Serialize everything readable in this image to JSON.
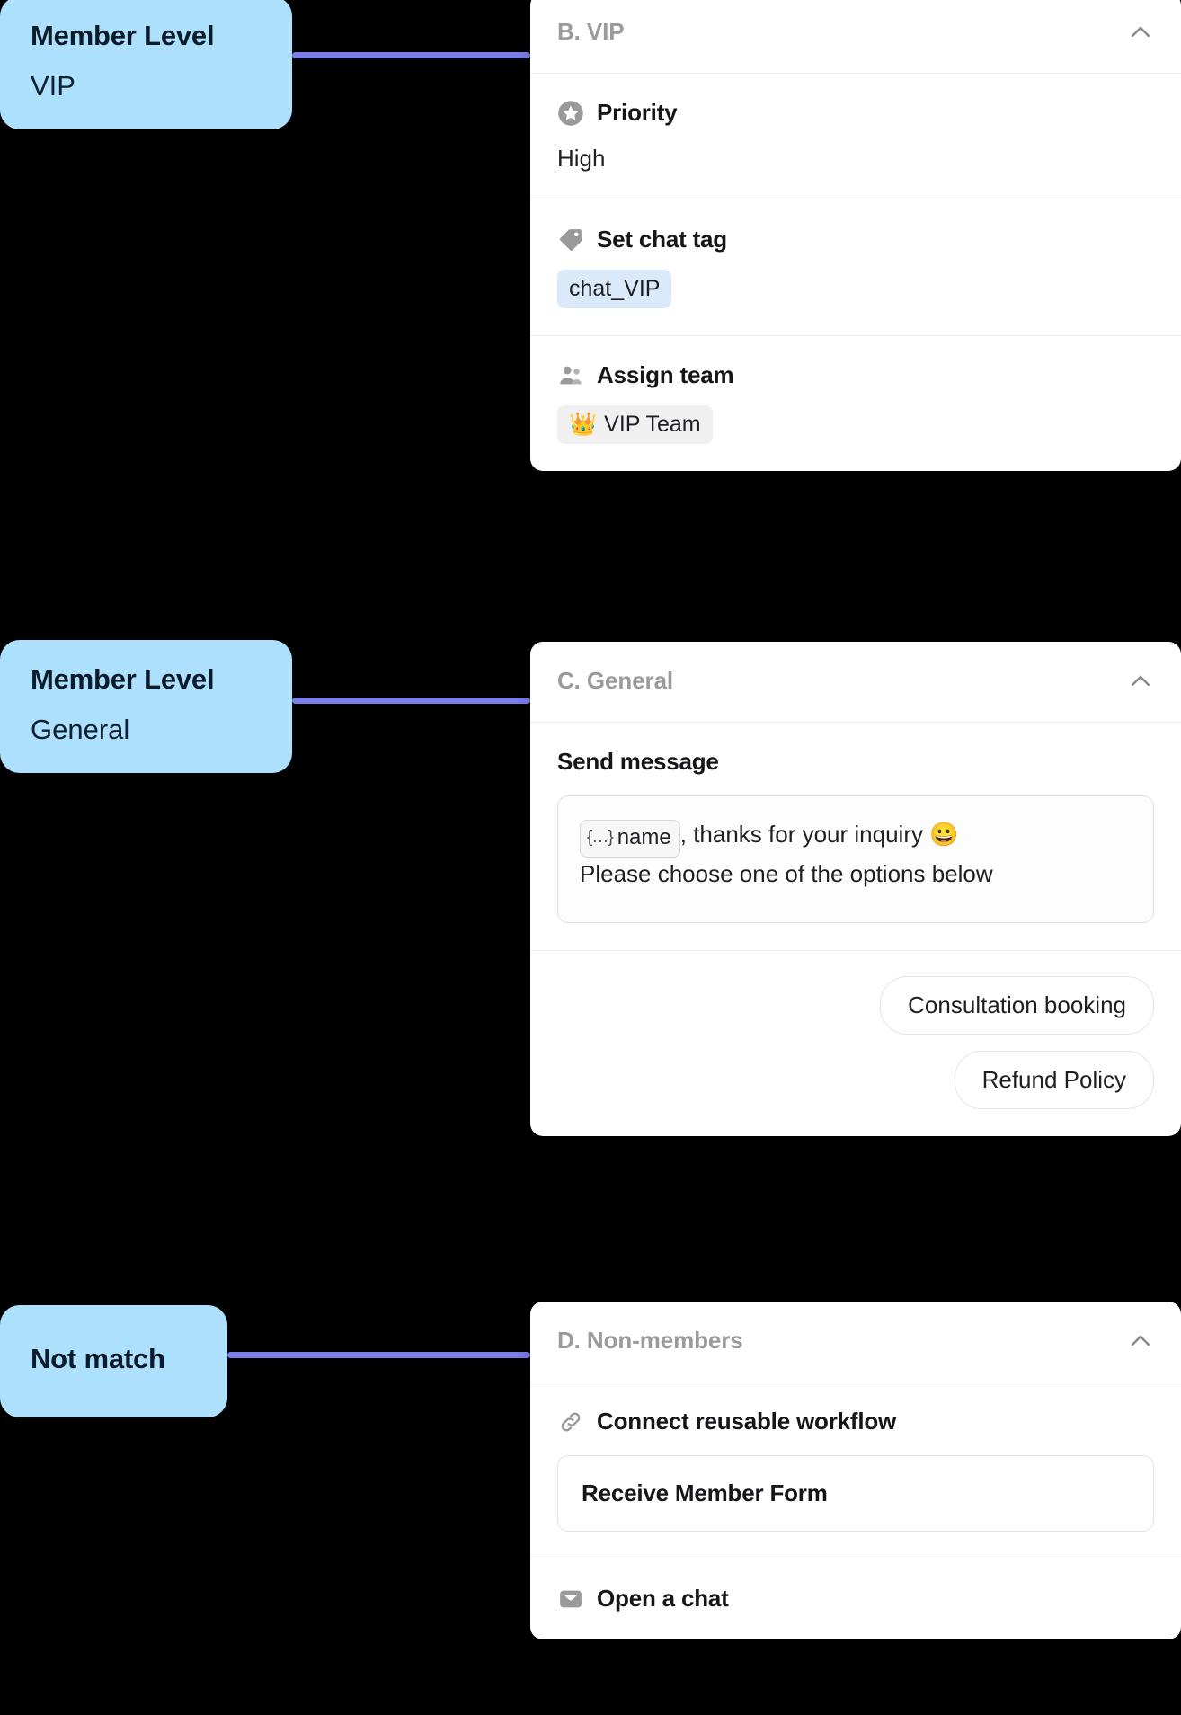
{
  "flow": {
    "branches": [
      {
        "id": "vip",
        "title": "Member Level",
        "value": "VIP"
      },
      {
        "id": "general",
        "title": "Member Level",
        "value": "General"
      },
      {
        "id": "not-match",
        "title": "Not match",
        "value": ""
      }
    ],
    "cards": [
      {
        "id": "vip",
        "header": "B. VIP",
        "collapse_icon": "chevron-up-icon",
        "rows": [
          {
            "icon": "star-icon",
            "label": "Priority",
            "value": "High"
          },
          {
            "icon": "tag-icon",
            "label": "Set chat tag",
            "badge": "chat_VIP"
          },
          {
            "icon": "people-icon",
            "label": "Assign team",
            "badge_emoji": "👑",
            "badge": "VIP Team"
          }
        ]
      },
      {
        "id": "general",
        "header": "C. General",
        "collapse_icon": "chevron-up-icon",
        "send_message_label": "Send message",
        "message": {
          "variable_braces": "{…}",
          "variable_name": "name",
          "line1_rest": ", thanks for your inquiry 😀",
          "line2": "Please choose one of the options below"
        },
        "quick_replies": [
          "Consultation booking",
          "Refund Policy"
        ]
      },
      {
        "id": "non-members",
        "header": "D. Non-members",
        "collapse_icon": "chevron-up-icon",
        "connect_workflow": {
          "icon": "link-icon",
          "label": "Connect reusable workflow",
          "workflow_name": "Receive Member Form"
        },
        "open_chat": {
          "icon": "chat-inbox-icon",
          "label": "Open a chat"
        }
      }
    ]
  },
  "colors": {
    "node_blue": "#ace0fd",
    "connector_purple": "#7a7dea",
    "badge_blue": "#dbeafa",
    "badge_grey": "#f0f0f0",
    "card_white": "#ffffff",
    "header_grey": "#9b9b9b",
    "background": "#000000"
  }
}
